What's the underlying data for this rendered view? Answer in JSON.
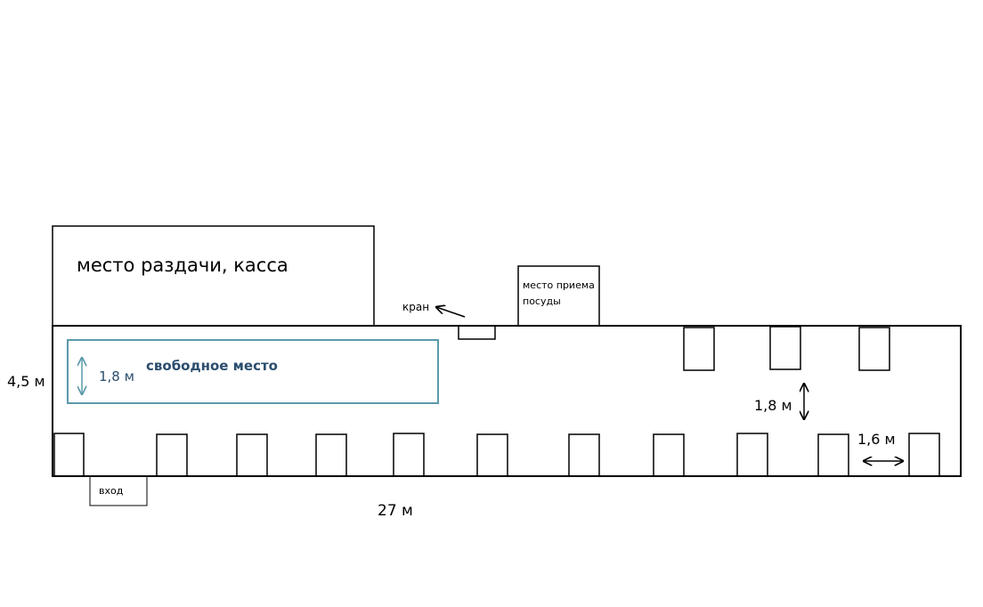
{
  "serving_area": {
    "label": "место раздачи, касса"
  },
  "dish_return": {
    "label_line1": "место приема",
    "label_line2": "посуды"
  },
  "tap": {
    "label": "кран"
  },
  "free_space": {
    "label": "свободное место",
    "height_label": "1,8 м"
  },
  "dimensions": {
    "room_height": "4,5 м",
    "room_length": "27 м",
    "aisle_width": "1,8 м",
    "table_gap": "1,6 м"
  },
  "entrance": {
    "label": "вход"
  },
  "colors": {
    "free_space": "#5b9aaa",
    "free_space_text": "#2b4d6e",
    "line": "#000000"
  }
}
